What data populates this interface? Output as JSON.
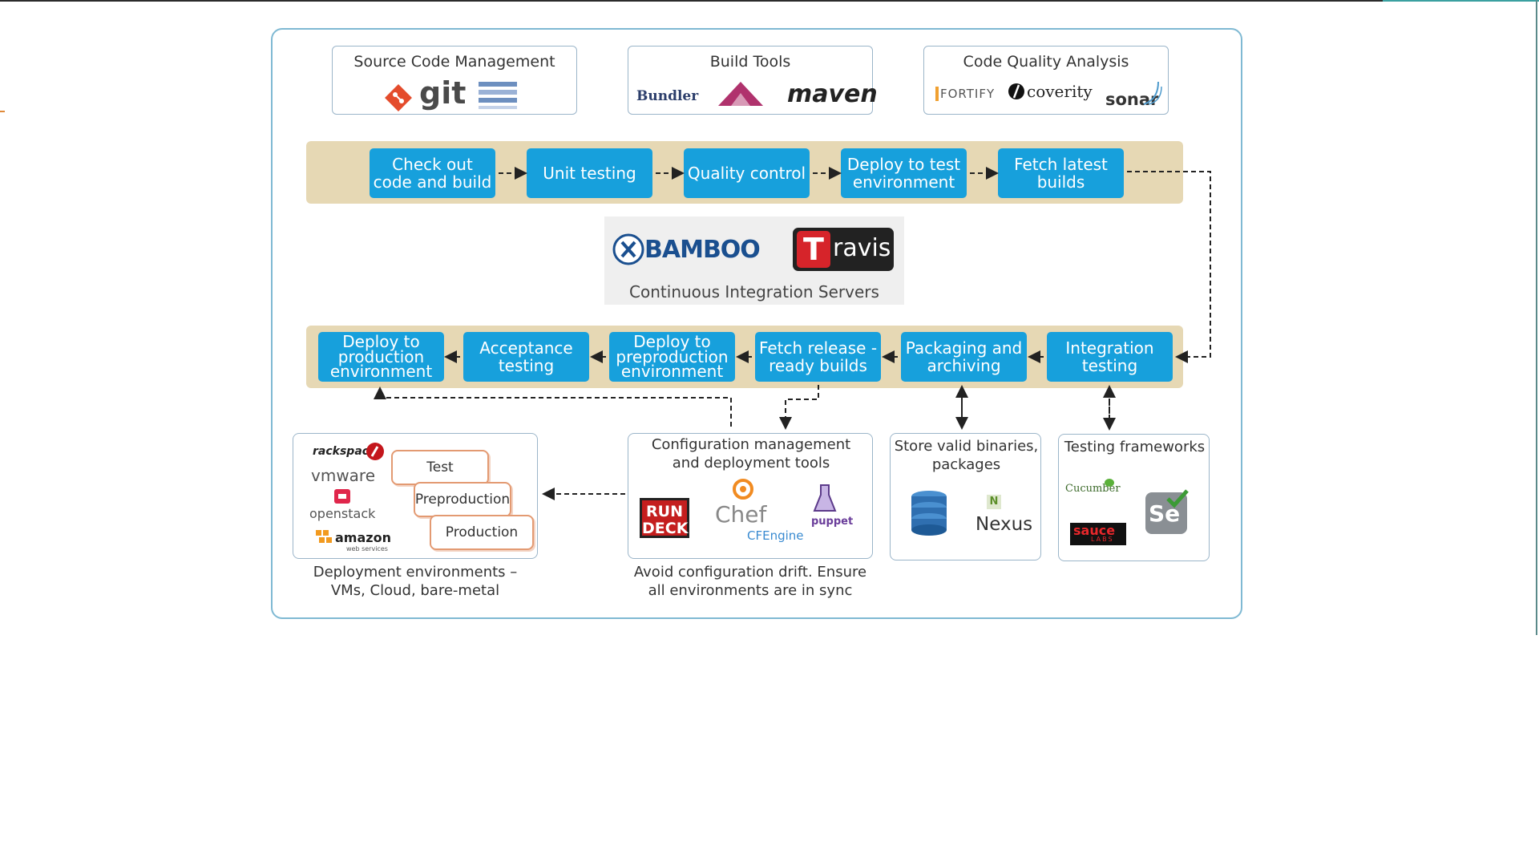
{
  "top_tools": {
    "scm": {
      "title": "Source Code Management",
      "git": "git"
    },
    "build": {
      "title": "Build Tools",
      "bundler": "Bundler",
      "maven": "maven"
    },
    "quality": {
      "title": "Code Quality Analysis",
      "fortify": "FORTIFY",
      "coverity": "coverity",
      "sonar": "sonar"
    }
  },
  "pipeline_top": [
    "Check out code and build",
    "Unit testing",
    "Quality control",
    "Deploy to test environment",
    "Fetch latest builds"
  ],
  "ci_servers": {
    "bamboo": "BAMBOO",
    "travis_t": "T",
    "travis_rest": "ravis",
    "label": "Continuous Integration Servers"
  },
  "pipeline_bottom": [
    "Deploy to production environment",
    "Acceptance testing",
    "Deploy to preproduction environment",
    "Fetch release -ready builds",
    "Packaging and archiving",
    "Integration testing"
  ],
  "deploy_env": {
    "logos": {
      "rackspace": "rackspace",
      "vmware": "vmware",
      "openstack": "openstack",
      "amazon": "amazon",
      "amazon_sub": "web services"
    },
    "cards": [
      "Test",
      "Preproduction",
      "Production"
    ],
    "caption": "Deployment environments – VMs, Cloud, bare-metal"
  },
  "config_mgmt": {
    "title": "Configuration management and deployment tools",
    "rundeck": "RUN DECK",
    "chef": "Chef",
    "puppet": "puppet",
    "cfengine": "CFEngine",
    "caption": "Avoid configuration drift. Ensure all environments are in sync"
  },
  "binaries": {
    "title": "Store valid binaries, packages",
    "nexus": "Nexus",
    "nexus_badge": "N"
  },
  "testing": {
    "title": "Testing frameworks",
    "cucumber": "Cucumber",
    "sauce": "sauce",
    "sauce_labs": "LABS",
    "selenium": "Se"
  },
  "colors": {
    "step": "#17a0dc",
    "band": "#e6d8b4",
    "frame": "#7fb9d3",
    "env_card": "#e39a72"
  }
}
